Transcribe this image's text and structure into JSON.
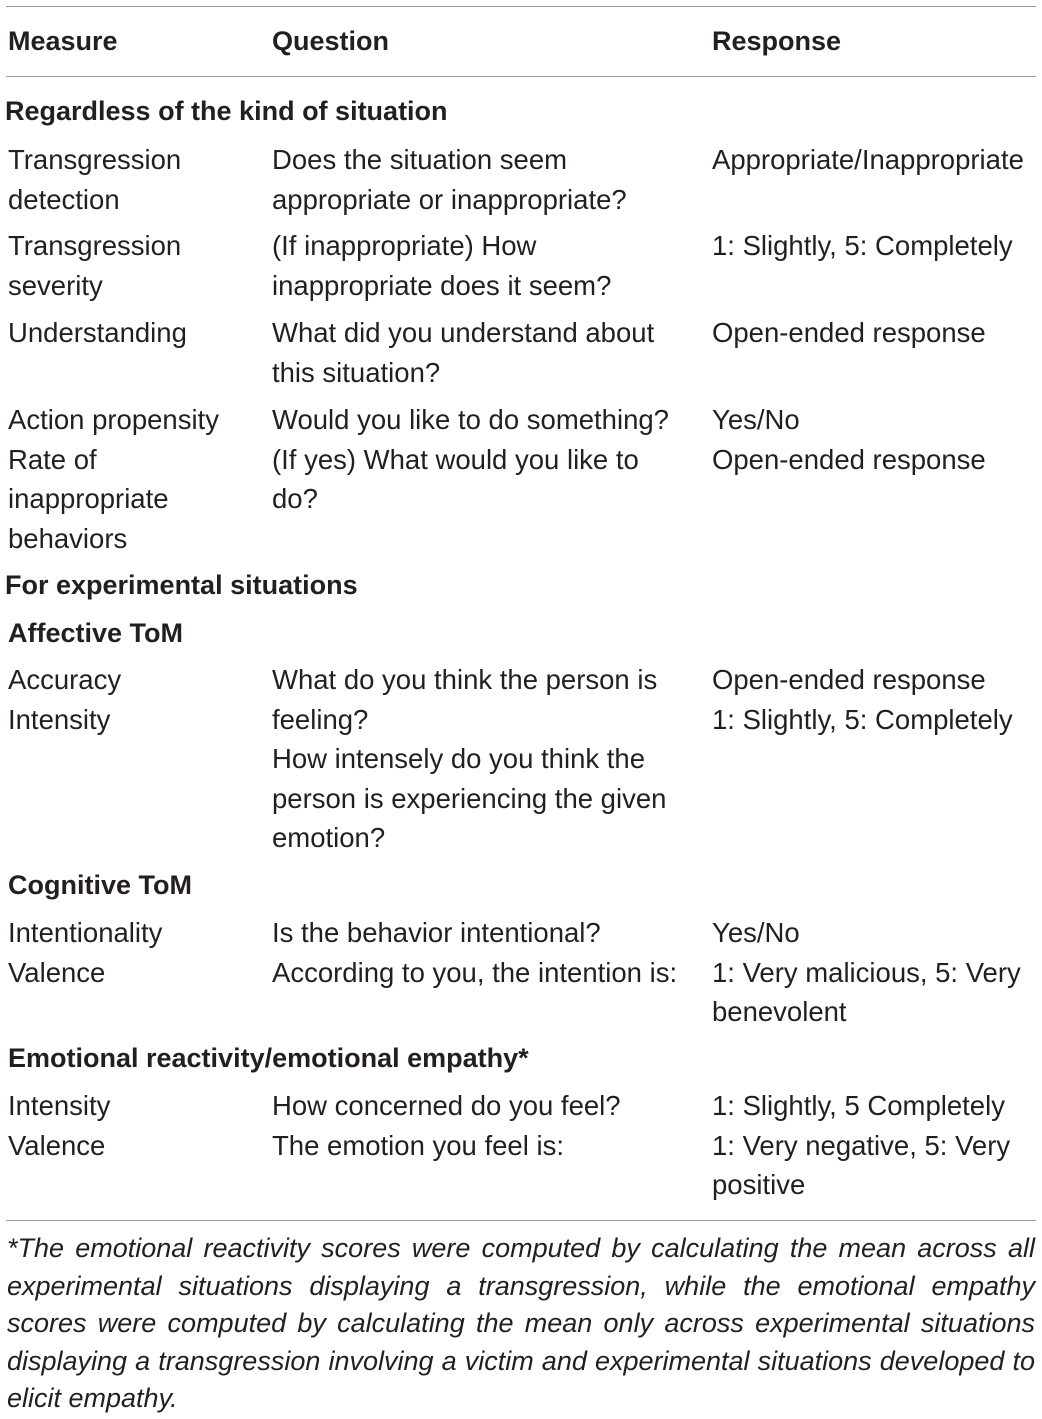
{
  "header": {
    "measure": "Measure",
    "question": "Question",
    "response": "Response"
  },
  "sections": {
    "general": "Regardless of the kind of situation",
    "experimental": "For experimental situations",
    "affective": "Affective ToM",
    "cognitive": "Cognitive ToM",
    "emotional": "Emotional reactivity/emotional empathy*"
  },
  "rows": [
    {
      "measure": "Transgression\ndetection",
      "question": "Does the situation seem\nappropriate or inappropriate?",
      "response": "Appropriate/Inappropriate"
    },
    {
      "measure": "Transgression\nseverity",
      "question": "(If inappropriate) How\ninappropriate does it seem?",
      "response": "1: Slightly, 5: Completely"
    },
    {
      "measure": "Understanding",
      "question": "What did you understand about\nthis situation?",
      "response": "Open-ended response"
    },
    {
      "measure": "Action propensity\nRate of\ninappropriate\nbehaviors",
      "question": "Would you like to do something?\n(If yes) What would you like to\ndo?",
      "response": "Yes/No\nOpen-ended response"
    },
    {
      "measure": "Accuracy\nIntensity",
      "question": "What do you think the person is\nfeeling?\nHow intensely do you think the\nperson is experiencing the given\nemotion?",
      "response": "Open-ended response\n1: Slightly, 5: Completely"
    },
    {
      "measure": "Intentionality\nValence",
      "question": "Is the behavior intentional?\nAccording to you, the intention is:",
      "response": "Yes/No\n1: Very malicious, 5: Very\nbenevolent"
    },
    {
      "measure": "Intensity\nValence",
      "question": "How concerned do you feel?\nThe emotion you feel is:",
      "response": "1: Slightly, 5 Completely\n1: Very negative, 5: Very\npositive"
    }
  ],
  "footnote": "*The emotional reactivity scores were computed by calculating the mean across all experimental situations displaying a transgression, while the emotional empathy scores were computed by calculating the mean only across experimental situations displaying a transgression involving a victim and experimental situations developed to elicit empathy."
}
